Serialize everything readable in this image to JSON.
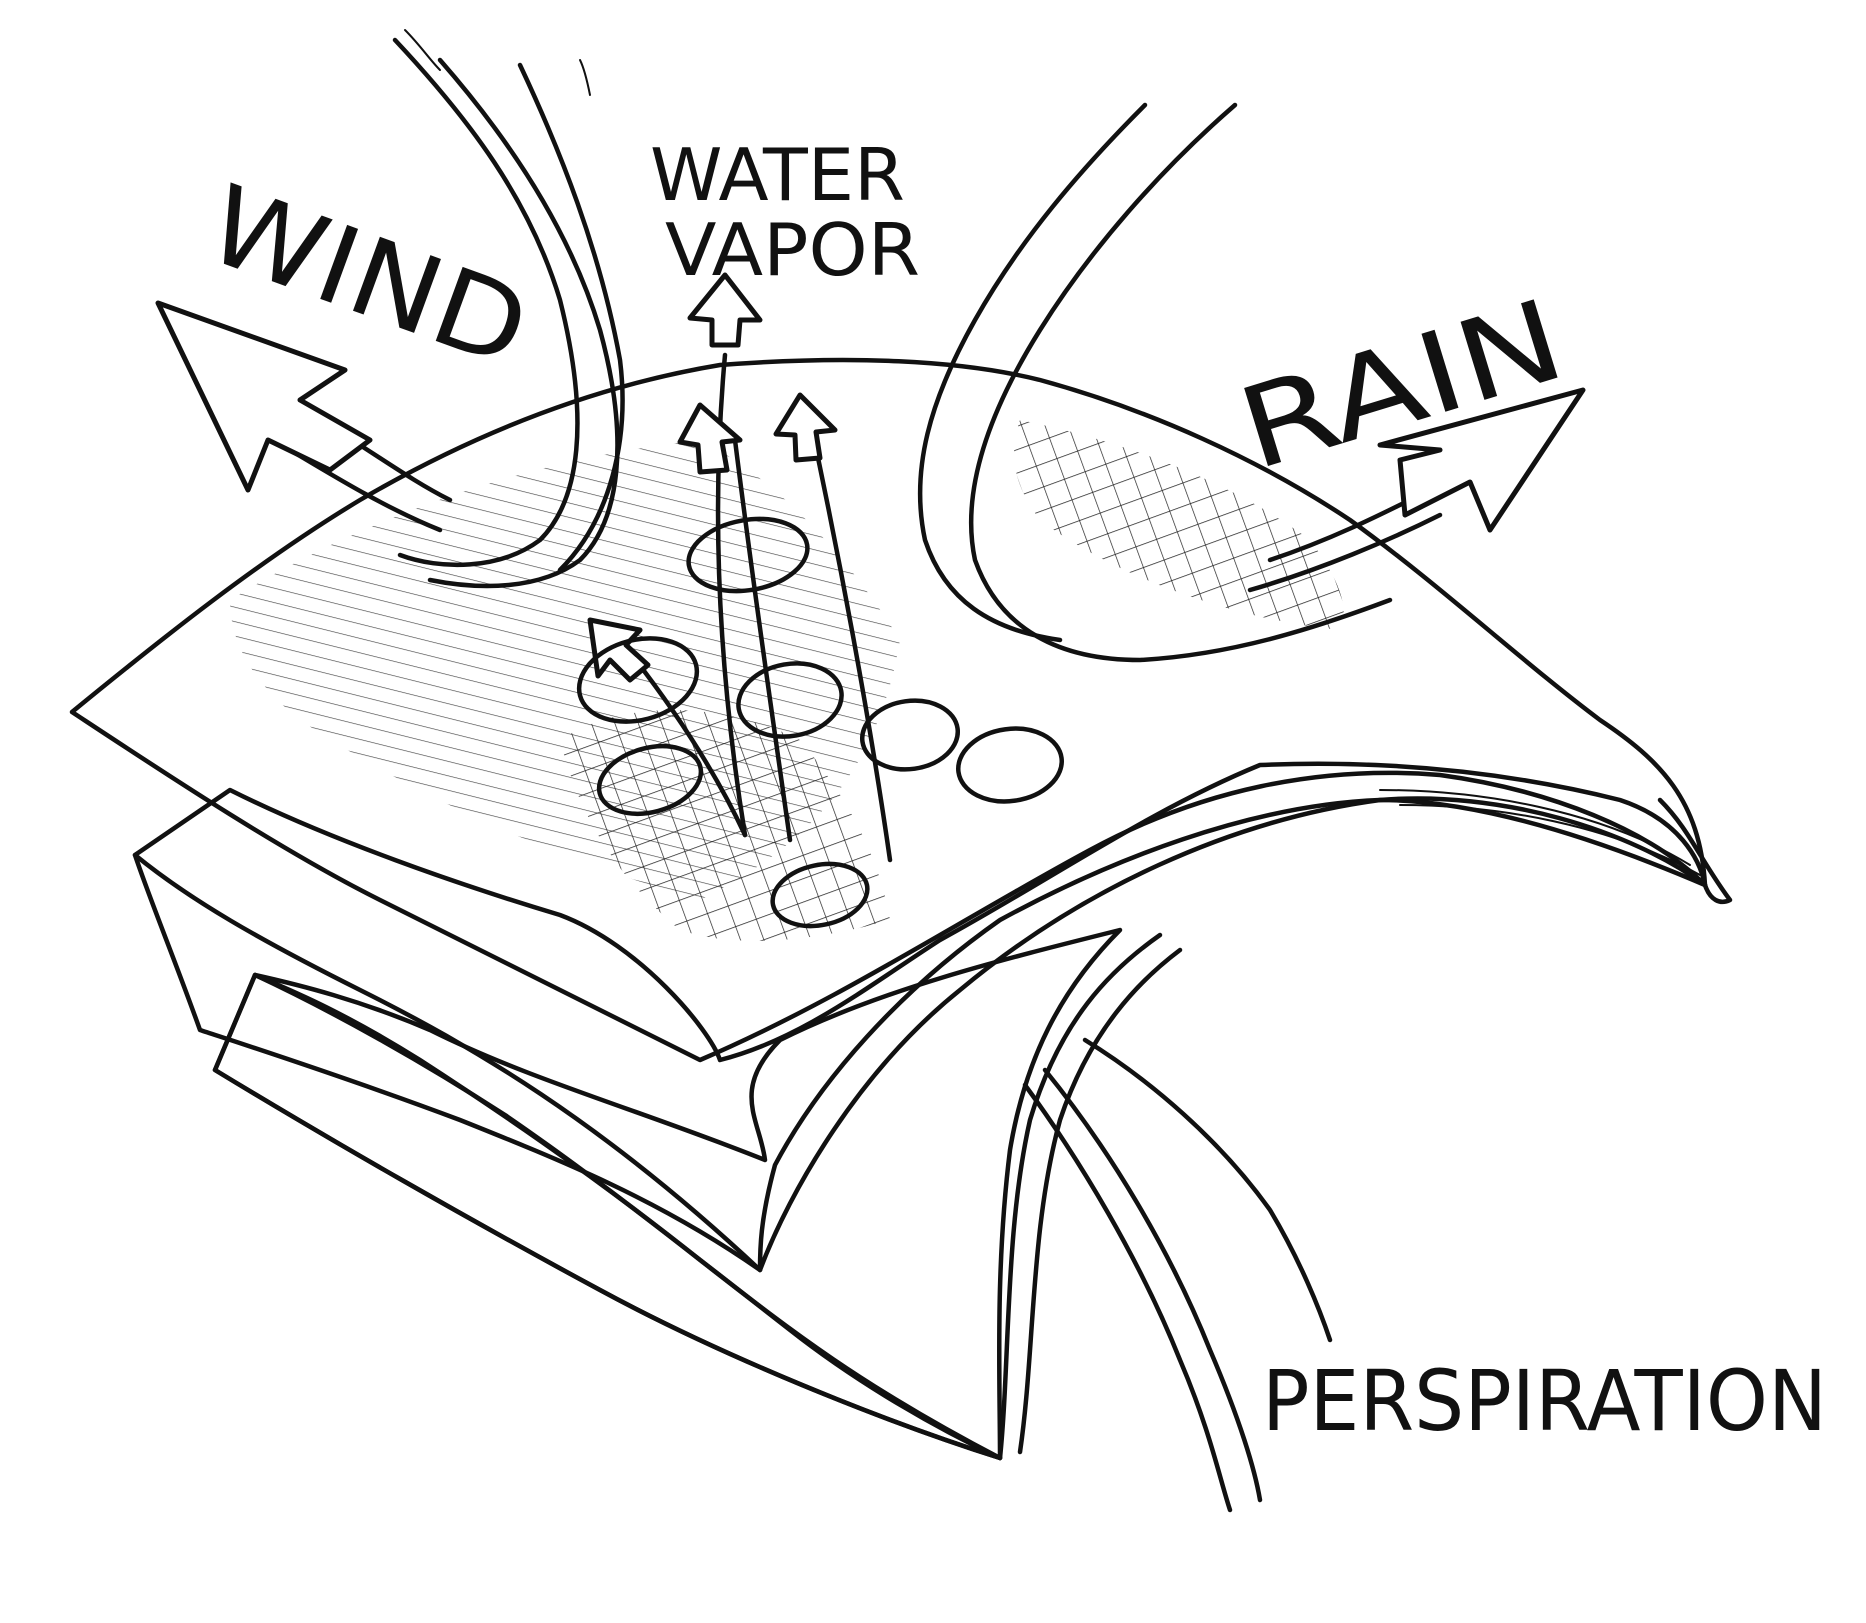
{
  "labels": {
    "wind": "WIND",
    "water_vapor_line1": "WATER",
    "water_vapor_line2": "VAPOR",
    "rain": "RAIN",
    "perspiration": "PERSPIRATION"
  },
  "colors": {
    "ink": "#111111",
    "paper": "#ffffff"
  }
}
